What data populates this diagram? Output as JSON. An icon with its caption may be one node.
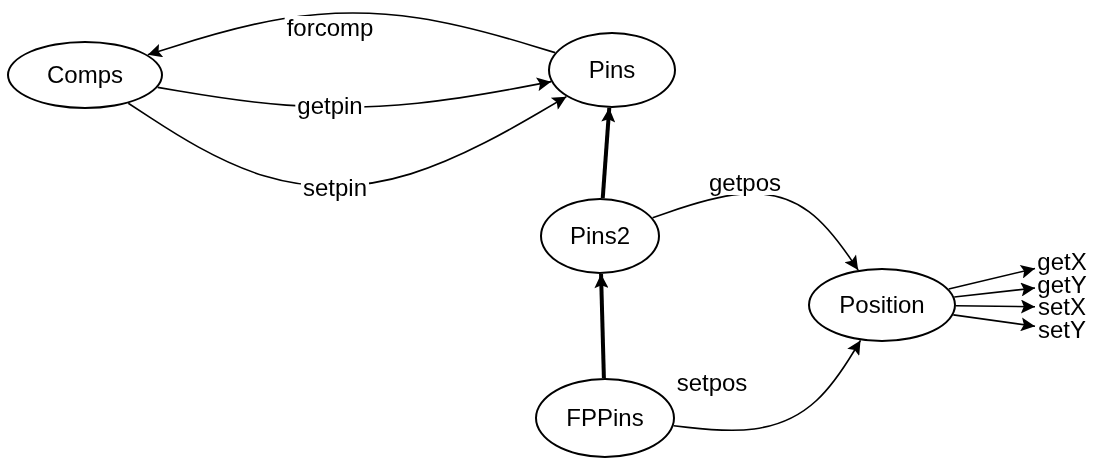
{
  "diagram": {
    "nodes": [
      {
        "text": [
          "Comps"
        ]
      },
      {
        "text": [
          "Pins"
        ]
      },
      {
        "text": [
          "Pins2"
        ]
      },
      {
        "text": [
          "Position"
        ]
      },
      {
        "text": [
          "FPPins"
        ]
      },
      {
        "text": [
          "getX"
        ]
      },
      {
        "text": [
          "getY"
        ]
      },
      {
        "text": [
          "setX"
        ]
      },
      {
        "text": [
          "setY"
        ]
      }
    ],
    "edges": [
      {
        "from": 1,
        "to": 0,
        "arrow": "to",
        "label": "forcomp"
      },
      {
        "from": 0,
        "to": 1,
        "arrow": "to",
        "label": "getpin"
      },
      {
        "from": 0,
        "to": 1,
        "arrow": "to",
        "label": "setpin"
      },
      {
        "from": 2,
        "to": 1,
        "arrow": "to",
        "style": "thick"
      },
      {
        "from": 4,
        "to": 2,
        "arrow": "to",
        "style": "thick"
      },
      {
        "from": 2,
        "to": 3,
        "arrow": "to",
        "label": "getpos"
      },
      {
        "from": 4,
        "to": 3,
        "arrow": "to",
        "label": "setpos"
      },
      {
        "from": 3,
        "to": 5,
        "arrow": "to"
      },
      {
        "from": 3,
        "to": 6,
        "arrow": "to"
      },
      {
        "from": 3,
        "to": 7,
        "arrow": "to"
      },
      {
        "from": 3,
        "to": 8,
        "arrow": "to"
      }
    ]
  }
}
